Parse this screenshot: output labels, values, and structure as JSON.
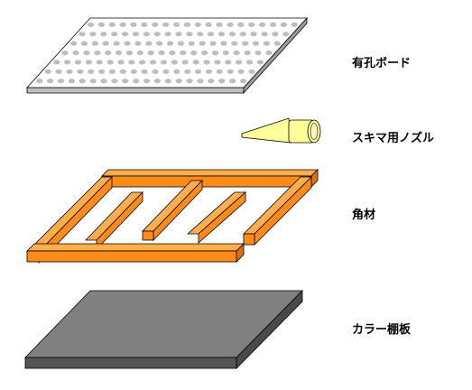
{
  "parts": [
    {
      "id": "board",
      "label": "有孔ボード"
    },
    {
      "id": "nozzle",
      "label": "スキマ用ノズル"
    },
    {
      "id": "lumber",
      "label": "角材"
    },
    {
      "id": "shelf",
      "label": "カラー棚板"
    }
  ],
  "colors": {
    "board_face": "#ffffff",
    "board_edge": "#bdbdbd",
    "hole": "#bdbdbd",
    "nozzle": "#ffff99",
    "lumber_front": "#ff8c1a",
    "lumber_top": "#ffad4d",
    "shelf_top": "#808080",
    "shelf_side": "#555555",
    "outline": "#000000"
  },
  "board_holes": {
    "rows": 7,
    "cols": 20
  }
}
